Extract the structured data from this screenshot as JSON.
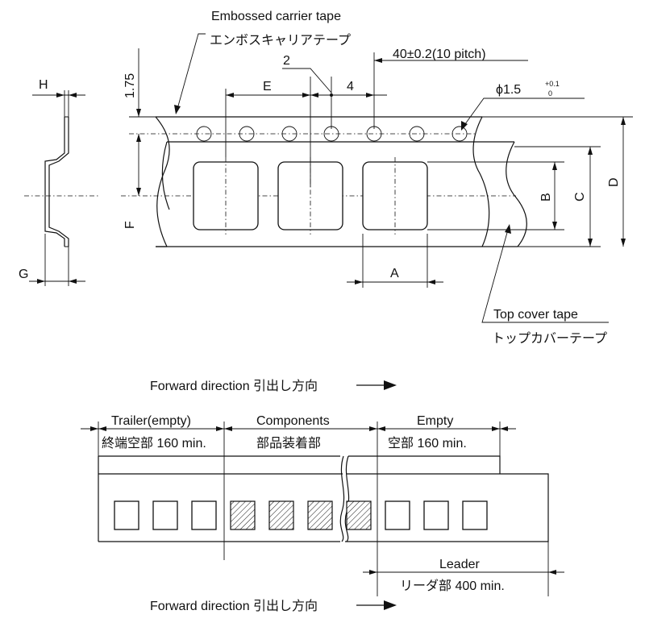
{
  "top": {
    "embossed_en": "Embossed carrier tape",
    "embossed_ja": "エンボスキャリアテープ",
    "dim_1_75": "1.75",
    "dim_2": "2",
    "dim_pitch": "40±0.2(10 pitch)",
    "dim_E": "E",
    "dim_4": "4",
    "dim_hole": "ϕ1.5",
    "dim_hole_tol_plus": "+0.1",
    "dim_hole_tol_minus": "0",
    "dim_H": "H",
    "dim_F": "F",
    "dim_G": "G",
    "dim_A": "A",
    "dim_B": "B",
    "dim_C": "C",
    "dim_D": "D",
    "cover_en": "Top cover tape",
    "cover_ja": "トップカバーテープ"
  },
  "bottom": {
    "forward_direction": "Forward direction 引出し方向",
    "trailer_en": "Trailer(empty)",
    "trailer_ja": "終端空部 160 min.",
    "components_en": "Components",
    "components_ja": "部品装着部",
    "empty_en": "Empty",
    "empty_ja": "空部 160 min.",
    "leader_en": "Leader",
    "leader_ja": "リーダ部 400 min."
  }
}
